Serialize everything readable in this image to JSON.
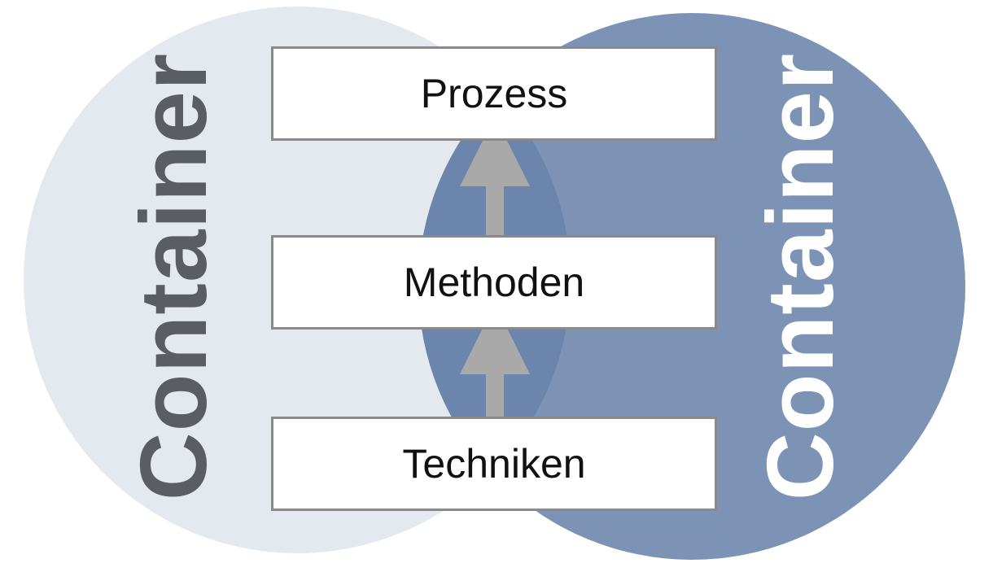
{
  "colors": {
    "left_circle": "#e4e8ef",
    "right_circle": "#7d93b5",
    "overlap": "#6b85ad",
    "arrow": "#a9a9a9",
    "box_border": "#8a8a8a",
    "left_label": "#5a5d64",
    "right_label": "#ffffff"
  },
  "containers": {
    "left": {
      "label": "Container"
    },
    "right": {
      "label": "Container"
    }
  },
  "layers": [
    {
      "label": "Prozess"
    },
    {
      "label": "Methoden"
    },
    {
      "label": "Techniken"
    }
  ],
  "arrows": [
    {
      "from": "Techniken",
      "to": "Methoden"
    },
    {
      "from": "Methoden",
      "to": "Prozess"
    }
  ]
}
